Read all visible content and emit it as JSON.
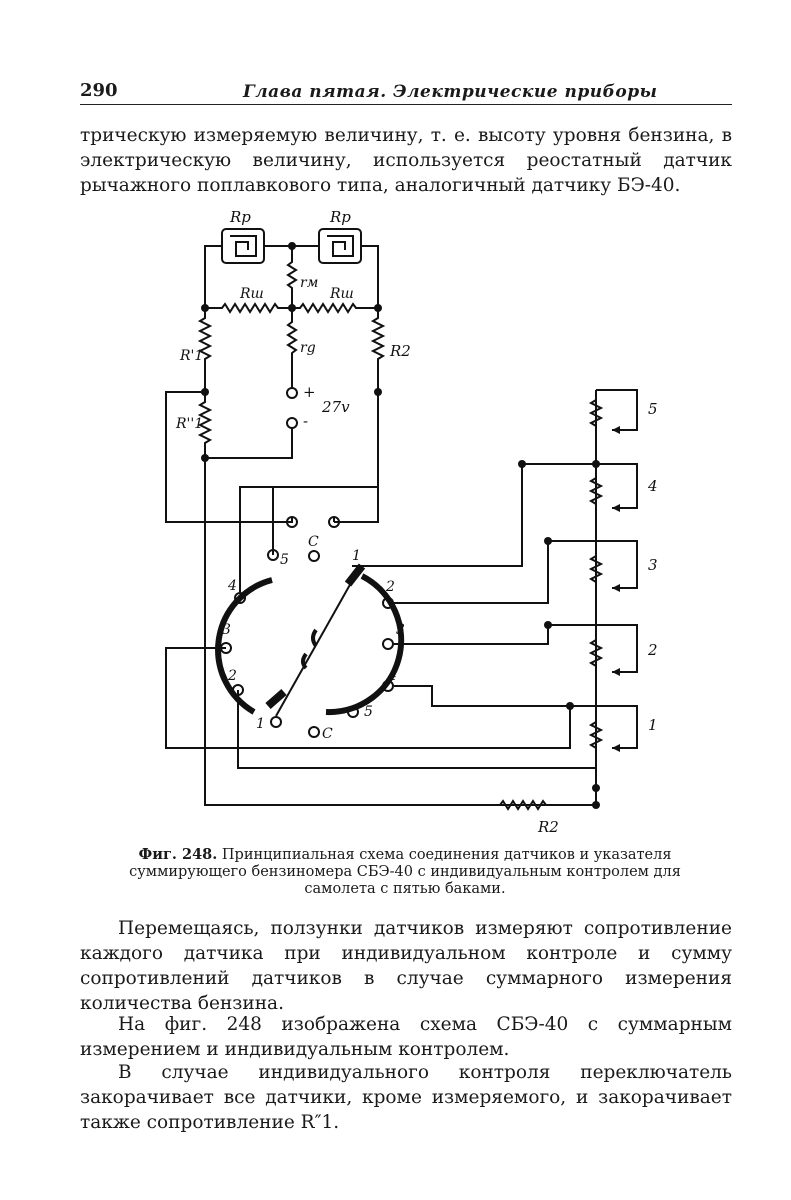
{
  "header": {
    "page_number": "290",
    "running_title": "Глава пятая. Электрические приборы"
  },
  "intro_text": "трическую измеряемую величину, т. е. высоту уровня бензина, в электрическую величину, используется реостатный датчик рычажного поплавкового типа, аналогичный датчику БЭ-40.",
  "figure": {
    "labels": {
      "rp_left": "Rp",
      "rp_right": "Rp",
      "rm": "rм",
      "rsh_left": "Rш",
      "rsh_right": "Rш",
      "rg": "rg",
      "r1_prime": "R'1",
      "r1_dprime": "R''1",
      "r2_top": "R2",
      "r2_bottom": "R2",
      "plus": "+",
      "minus": "-",
      "voltage": "27v"
    },
    "switch_labels": {
      "top_c": "C",
      "top_5": "5",
      "top_1": "1",
      "left_4": "4",
      "left_3": "3",
      "left_2": "2",
      "left_1": "1",
      "right_2": "2",
      "right_3": "3",
      "right_4": "4",
      "bottom_5": "5",
      "bottom_c": "C"
    },
    "sensor_labels": [
      "5",
      "4",
      "3",
      "2",
      "1"
    ],
    "caption_label": "Фиг. 248.",
    "caption_text": "Принципиальная схема соединения датчиков и указателя суммирующего бензиномера СБЭ-40 с индивидуальным контролем для самолета с пятью баками."
  },
  "paragraphs": [
    "Перемещаясь, ползунки датчиков измеряют сопротивление каждого датчика при индивидуальном контроле и сумму сопротивлений датчиков в случае суммарного измерения количества бензина.",
    "На фиг. 248 изображена схема СБЭ-40 с суммарным измерением и индивидуальным контролем.",
    "В случае индивидуального контроля переключатель закорачивает все датчики, кроме измеряемого, и закорачивает также сопротивление R″1."
  ]
}
